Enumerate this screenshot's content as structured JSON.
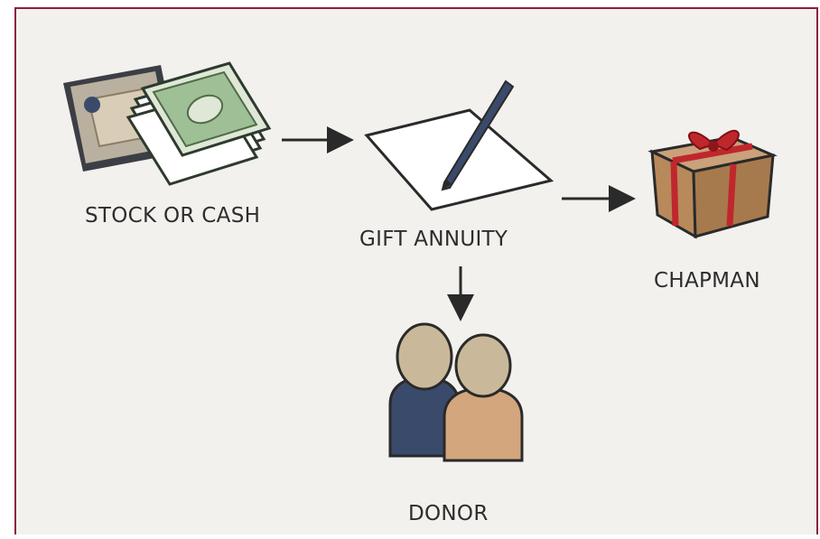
{
  "nodes": {
    "stock": {
      "label": "STOCK OR CASH",
      "icon": "money-stack-icon"
    },
    "annuity": {
      "label": "GIFT ANNUITY",
      "icon": "document-pen-icon"
    },
    "chapman": {
      "label": "CHAPMAN",
      "icon": "gift-box-icon"
    },
    "donor": {
      "label": "DONOR",
      "icon": "people-icon"
    }
  },
  "edges": [
    {
      "from": "stock",
      "to": "annuity"
    },
    {
      "from": "annuity",
      "to": "chapman"
    },
    {
      "from": "annuity",
      "to": "donor"
    }
  ],
  "colors": {
    "frame_border": "#8a1f3d",
    "background": "#f2f1ed",
    "arrow": "#2a2a2a",
    "ribbon": "#c0272d",
    "box": "#b8895a",
    "person_left": "#3a4a6b",
    "person_right": "#d3a67d"
  }
}
